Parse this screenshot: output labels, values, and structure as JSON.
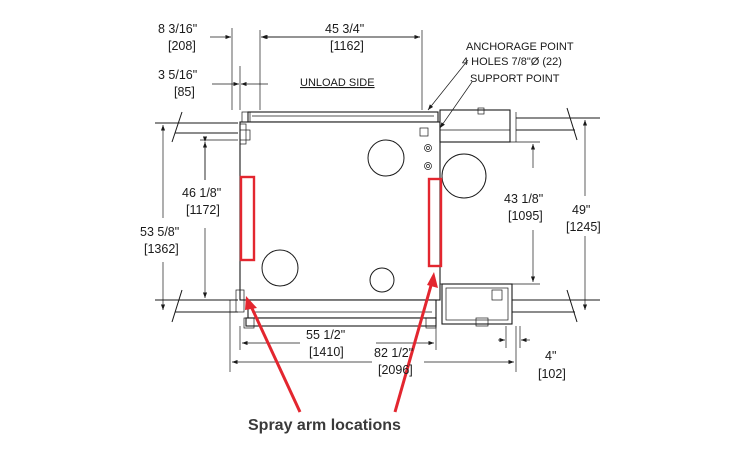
{
  "dimensions": {
    "d1": {
      "imperial": "8 3/16\"",
      "metric": "[208]"
    },
    "d2": {
      "imperial": "3 5/16\"",
      "metric": "[85]"
    },
    "d3": {
      "imperial": "45 3/4\"",
      "metric": "[1162]"
    },
    "d4": {
      "imperial": "46 1/8\"",
      "metric": "[1172]"
    },
    "d5": {
      "imperial": "53 5/8\"",
      "metric": "[1362]"
    },
    "d6": {
      "imperial": "43 1/8\"",
      "metric": "[1095]"
    },
    "d7": {
      "imperial": "49\"",
      "metric": "[1245]"
    },
    "d8": {
      "imperial": "55 1/2\"",
      "metric": "[1410]"
    },
    "d9": {
      "imperial": "82 1/2\"",
      "metric": "[2096]"
    },
    "d10": {
      "imperial": "4\"",
      "metric": "[102]"
    }
  },
  "labels": {
    "unload_side": "UNLOAD SIDE",
    "anchorage_point": "ANCHORAGE POINT",
    "holes": "4 HOLES 7/8\"Ø (22)",
    "support_point": "SUPPORT POINT",
    "caption": "Spray arm locations"
  },
  "colors": {
    "highlight": "#e3262f",
    "line": "#1a1a1a"
  }
}
